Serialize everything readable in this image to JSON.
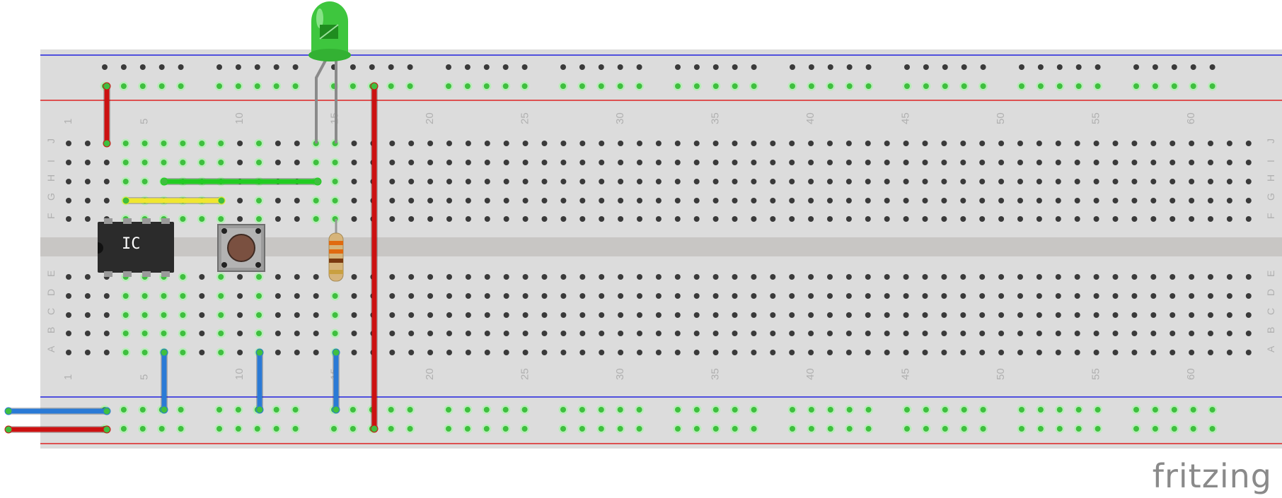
{
  "app": {
    "watermark": "fritzing"
  },
  "breadboard": {
    "columns": 63,
    "rows_top": [
      "J",
      "I",
      "H",
      "G",
      "F"
    ],
    "rows_bottom": [
      "E",
      "D",
      "C",
      "B",
      "A"
    ],
    "column_labels": [
      "1",
      "5",
      "10",
      "15",
      "20",
      "25",
      "30",
      "35",
      "40",
      "45",
      "50",
      "55",
      "60"
    ],
    "colors": {
      "board": "#dcdcdc",
      "channel": "#c8c6c4",
      "hole": "#3a3a3a",
      "hole_active": "#3fbf3f",
      "rail_blue": "#2222dd",
      "rail_red": "#dd2222",
      "label": "#b0b0b0"
    }
  },
  "components": {
    "ic_label": "IC",
    "led_color": "#3ec63e",
    "pushbutton_cap": "#7a5040",
    "resistor_body": "#d6b47a"
  },
  "wires": {
    "colors": {
      "red": "#cc1111",
      "blue": "#2a7ad6",
      "green": "#22cc22",
      "yellow": "#f0e630",
      "led_leg": "#909090"
    }
  }
}
